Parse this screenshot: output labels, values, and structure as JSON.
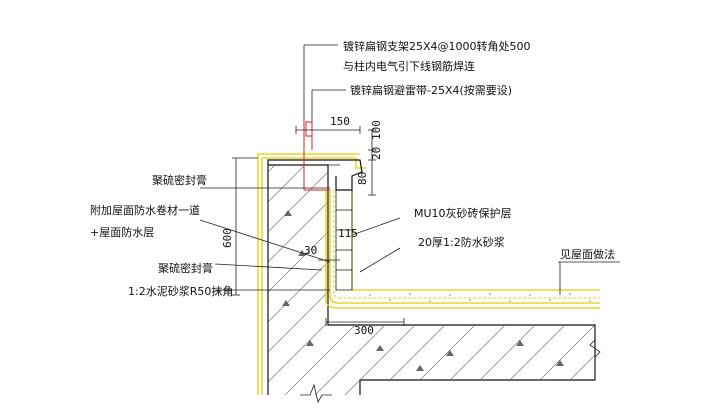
{
  "labels": {
    "steel_bracket_line1": "镀锌扁钢支架25X4@1000转角处500",
    "steel_bracket_line2": "与柱内电气引下线钢筋焊连",
    "lightning_strip": "镀锌扁钢避雷带-25X4(按需要设)",
    "sealant_top": "聚硫密封膏",
    "extra_membrane_line1": "附加屋面防水卷材一道",
    "extra_membrane_line2": "+屋面防水层",
    "sealant_bottom": "聚硫密封膏",
    "mortar_fillet": "1:2水泥砂浆R50抹角",
    "brick_layer": "MU10灰砂砖保护层",
    "waterproof_mortar": "20厚1:2防水砂浆",
    "roof_ref": "见屋面做法"
  },
  "dimensions": {
    "d150": "150",
    "d100": "100",
    "d20": "20",
    "d80": "80",
    "d600": "600",
    "d115": "115",
    "d30": "30",
    "d300": "300"
  },
  "colors": {
    "membrane": "#e6cf00",
    "steel": "#d42020",
    "line": "#111111"
  }
}
